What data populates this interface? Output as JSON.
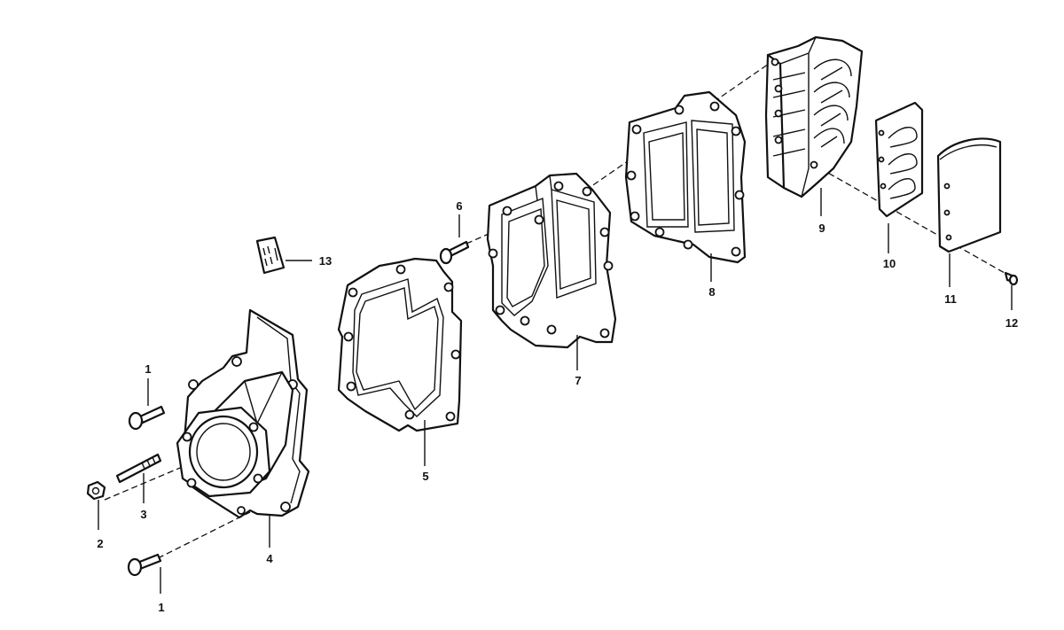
{
  "diagram": {
    "callouts": [
      {
        "id": "callout-1-top",
        "text": "1"
      },
      {
        "id": "callout-1-bottom",
        "text": "1"
      },
      {
        "id": "callout-2",
        "text": "2"
      },
      {
        "id": "callout-3",
        "text": "3"
      },
      {
        "id": "callout-4",
        "text": "4"
      },
      {
        "id": "callout-5",
        "text": "5"
      },
      {
        "id": "callout-6",
        "text": "6"
      },
      {
        "id": "callout-7",
        "text": "7"
      },
      {
        "id": "callout-8",
        "text": "8"
      },
      {
        "id": "callout-9",
        "text": "9"
      },
      {
        "id": "callout-10",
        "text": "10"
      },
      {
        "id": "callout-11",
        "text": "11"
      },
      {
        "id": "callout-12",
        "text": "12"
      },
      {
        "id": "callout-13",
        "text": "13"
      }
    ]
  }
}
